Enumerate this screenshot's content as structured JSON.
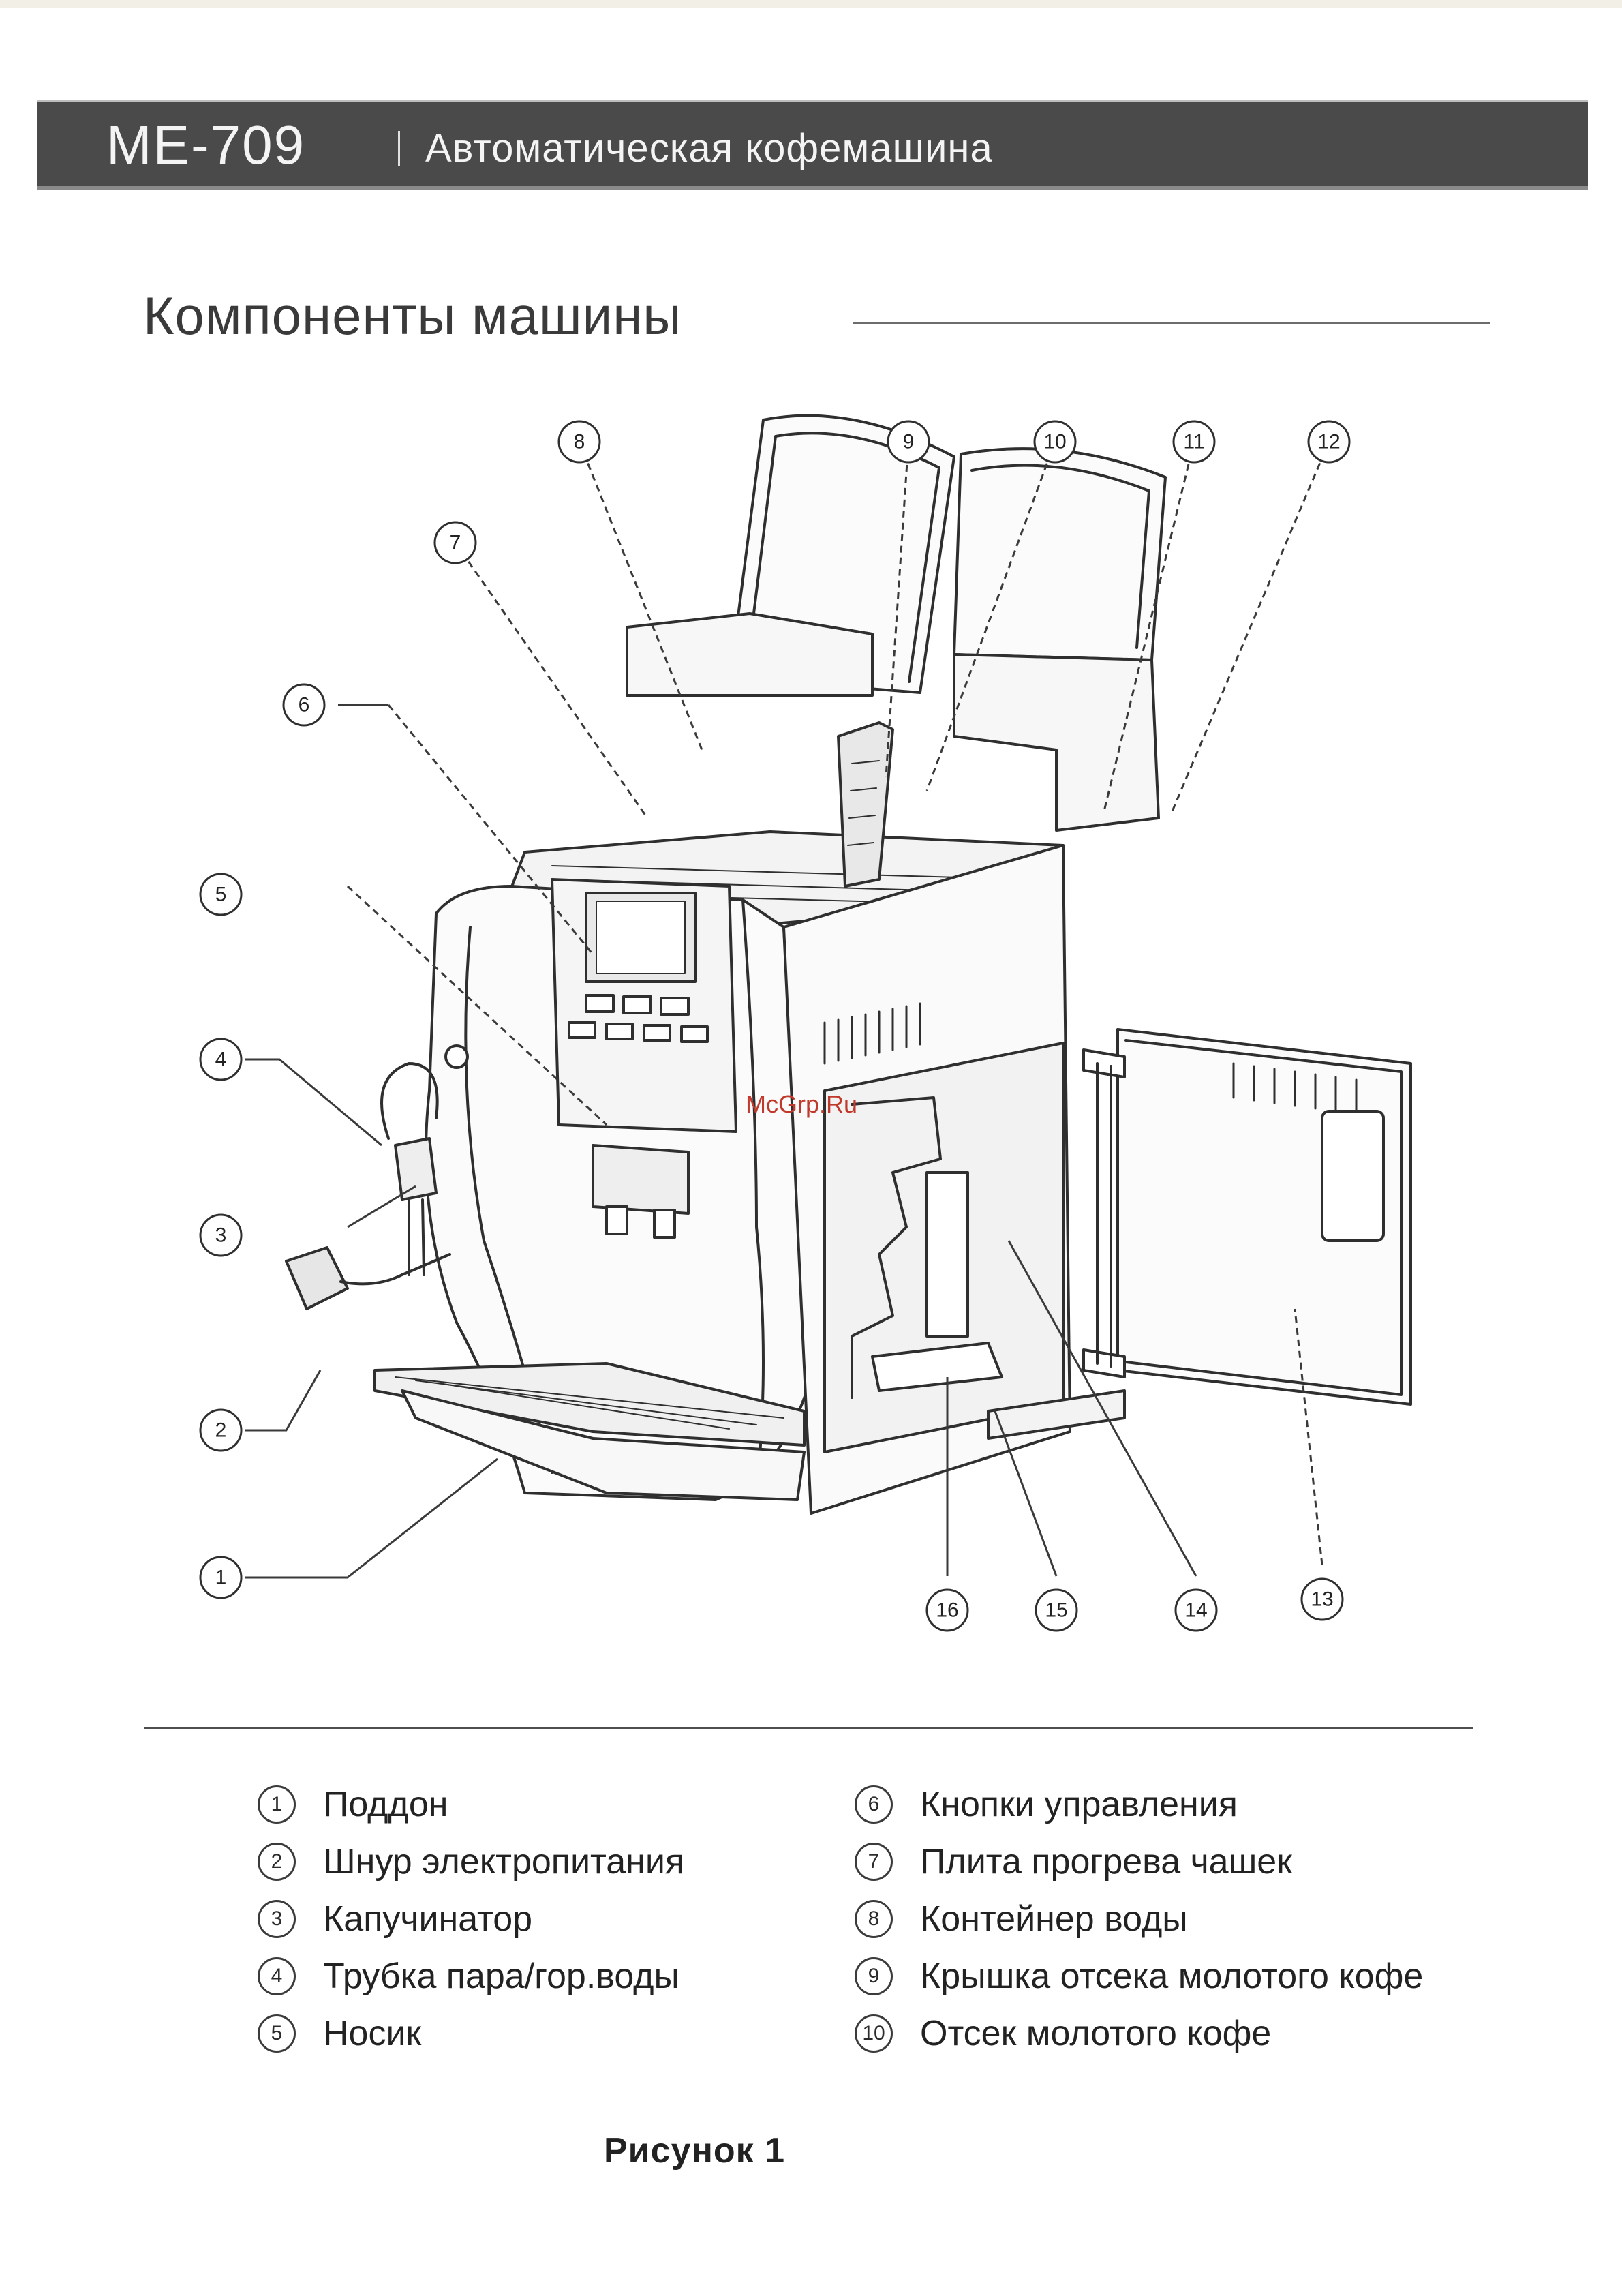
{
  "header": {
    "model": "ME-709",
    "subtitle": "Автоматическая кофемашина"
  },
  "section": {
    "title": "Компоненты машины"
  },
  "figure": {
    "callouts": [
      "1",
      "2",
      "3",
      "4",
      "5",
      "6",
      "7",
      "8",
      "9",
      "10",
      "11",
      "12",
      "13",
      "14",
      "15",
      "16"
    ],
    "watermark": "McGrp.Ru"
  },
  "legend": {
    "left": [
      {
        "num": "1",
        "label": "Поддон"
      },
      {
        "num": "2",
        "label": "Шнур электропитания"
      },
      {
        "num": "3",
        "label": "Капучинатор"
      },
      {
        "num": "4",
        "label": "Трубка пара/гор.воды"
      },
      {
        "num": "5",
        "label": "Носик"
      }
    ],
    "right": [
      {
        "num": "6",
        "label": "Кнопки управления"
      },
      {
        "num": "7",
        "label": "Плита прогрева чашек"
      },
      {
        "num": "8",
        "label": "Контейнер воды"
      },
      {
        "num": "9",
        "label": "Крышка отсека молотого кофе"
      },
      {
        "num": "10",
        "label": "Отсек молотого кофе"
      }
    ]
  },
  "caption": "Рисунок 1"
}
